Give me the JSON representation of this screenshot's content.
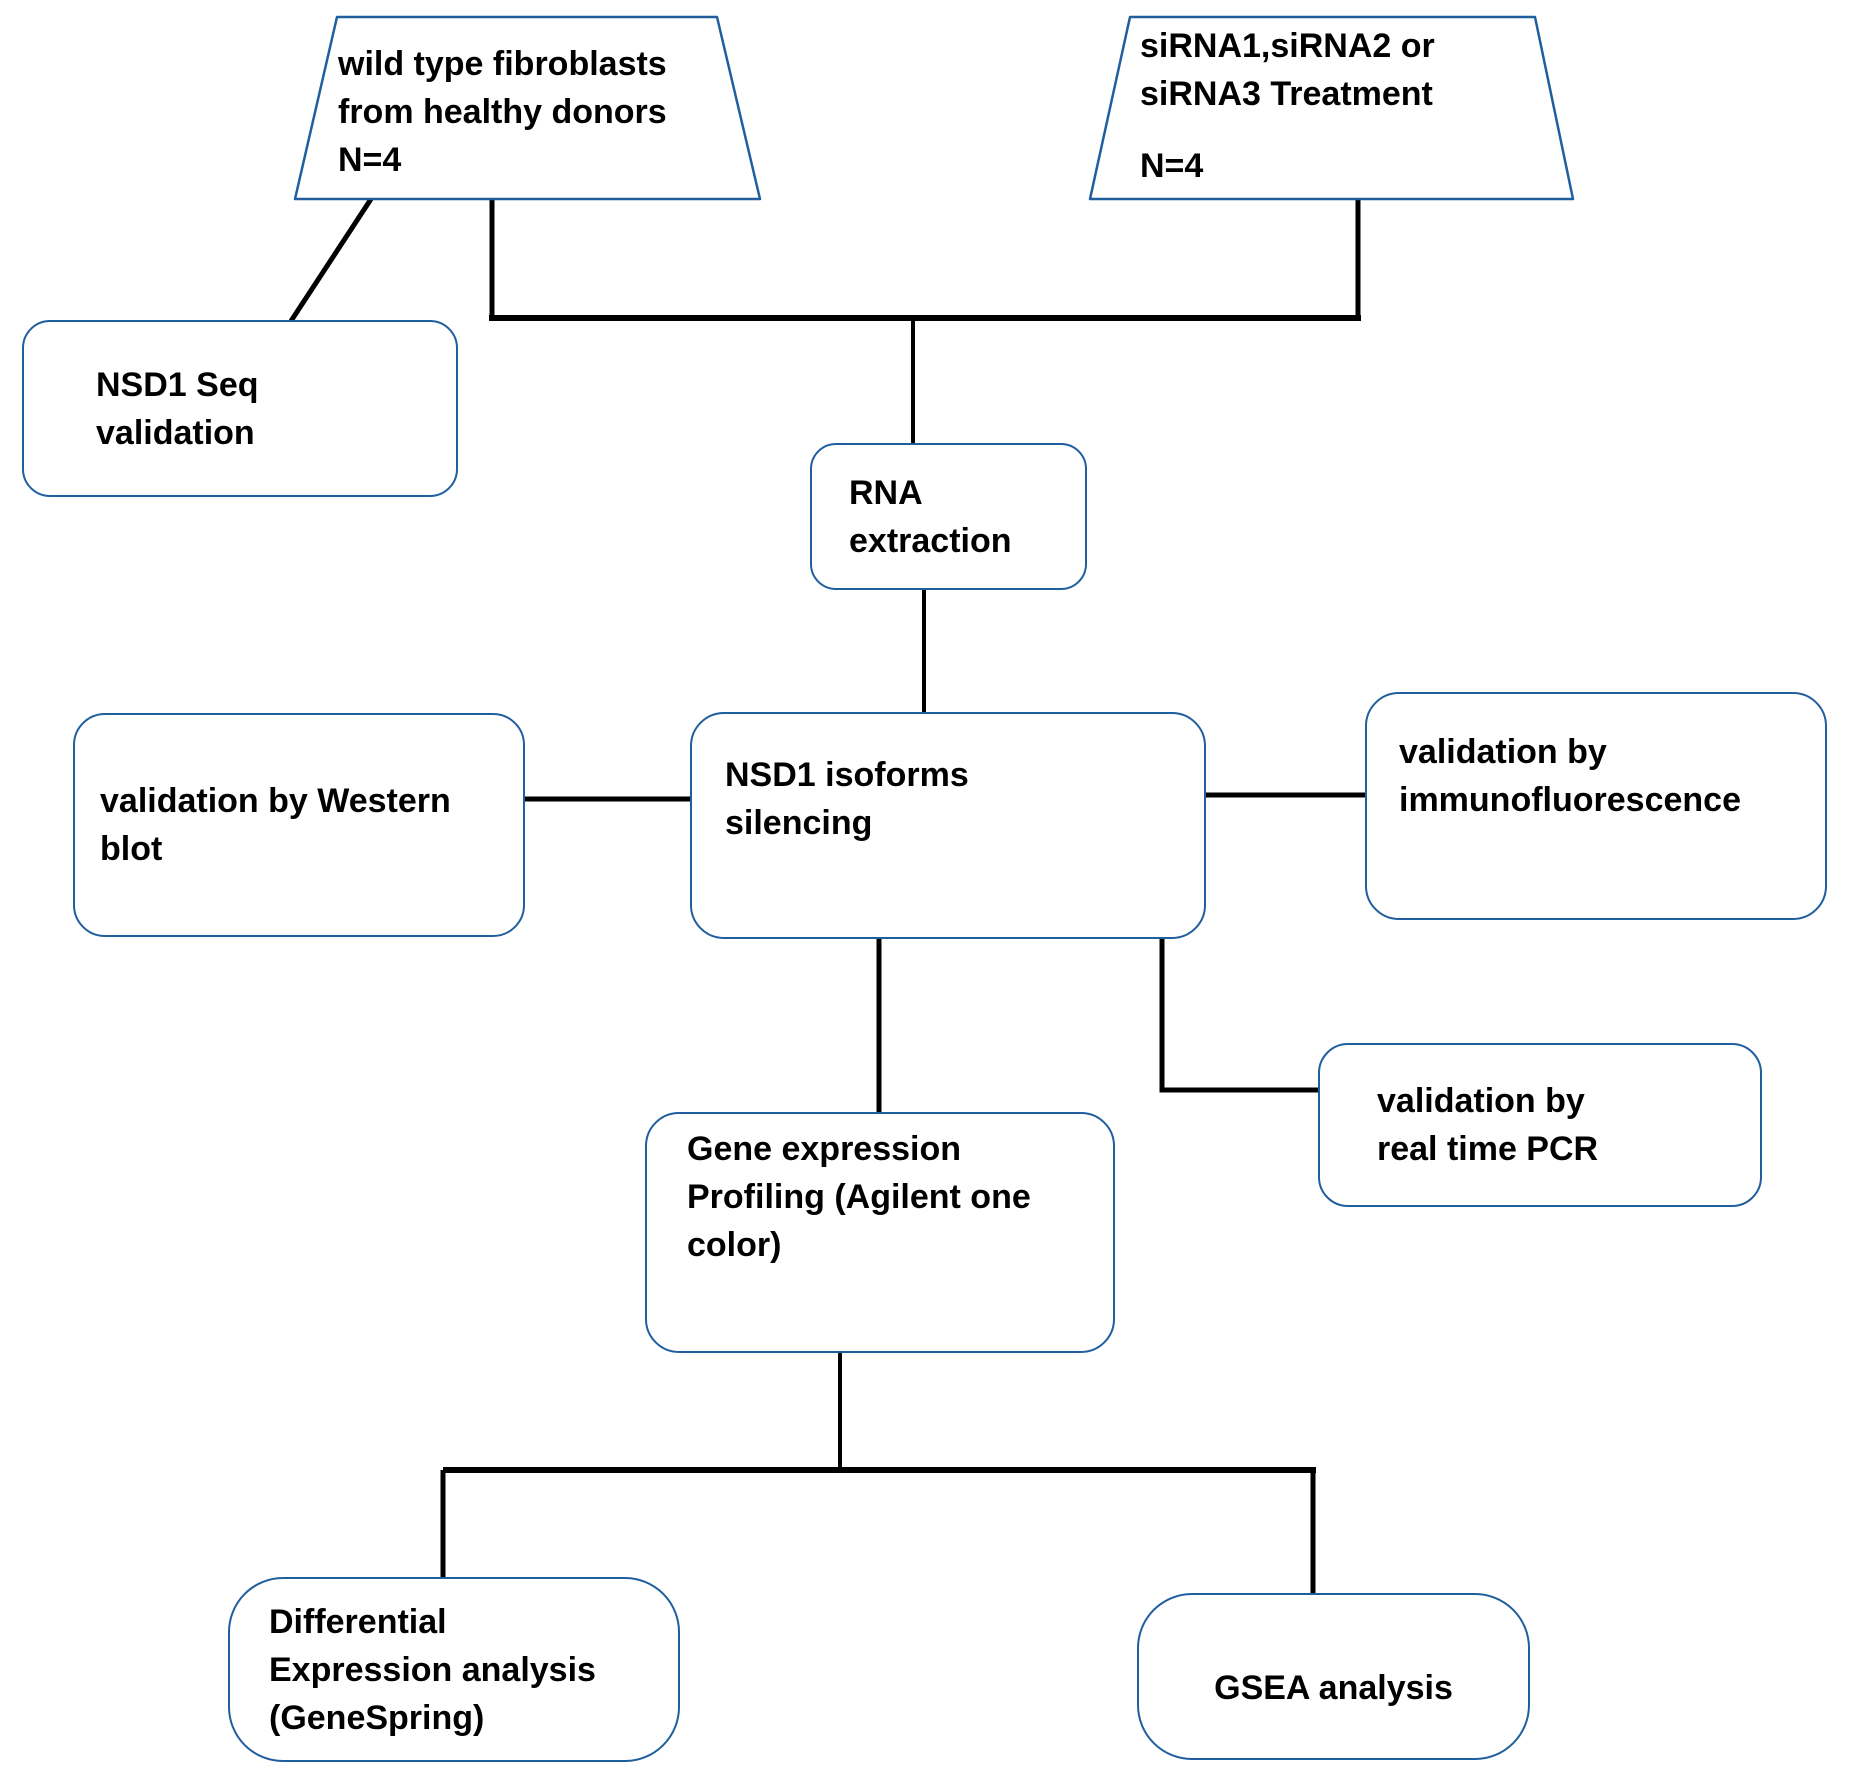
{
  "diagram": {
    "colors": {
      "node_border": "#205E9E",
      "connector": "#000000",
      "text": "#000000",
      "background": "#FFFFFF"
    },
    "nodes": {
      "wild_type_fibroblasts": {
        "shape": "trapezoid",
        "label": "wild type fibroblasts\nfrom healthy donors",
        "n": "N=4"
      },
      "sirna_treatment": {
        "shape": "trapezoid",
        "label": "siRNA1,siRNA2 or\nsiRNA3 Treatment",
        "n": "N=4"
      },
      "nsd1_seq_validation": {
        "shape": "rounded-rect",
        "label": "NSD1 Seq\nvalidation"
      },
      "rna_extraction": {
        "shape": "rounded-rect",
        "label": "RNA\nextraction"
      },
      "validation_western_blot": {
        "shape": "rounded-rect",
        "label": "validation by Western\nblot"
      },
      "nsd1_isoforms_silencing": {
        "shape": "rounded-rect",
        "label": "NSD1 isoforms\nsilencing"
      },
      "validation_immunofluorescence": {
        "shape": "rounded-rect",
        "label": "validation by\nimmunofluorescence"
      },
      "validation_real_time_pcr": {
        "shape": "rounded-rect",
        "label": "validation by\nreal time PCR"
      },
      "gene_expression_profiling": {
        "shape": "rounded-rect",
        "label": "Gene expression\nProfiling (Agilent one\ncolor)"
      },
      "differential_expression": {
        "shape": "rounded-rect",
        "label": "Differential\nExpression analysis\n(GeneSpring)"
      },
      "gsea_analysis": {
        "shape": "rounded-rect",
        "label": "GSEA analysis"
      }
    },
    "edges": [
      {
        "from": "wild_type_fibroblasts",
        "to": "nsd1_seq_validation"
      },
      {
        "from": "wild_type_fibroblasts",
        "to": "rna_extraction"
      },
      {
        "from": "sirna_treatment",
        "to": "rna_extraction"
      },
      {
        "from": "rna_extraction",
        "to": "nsd1_isoforms_silencing"
      },
      {
        "from": "nsd1_isoforms_silencing",
        "to": "validation_western_blot"
      },
      {
        "from": "nsd1_isoforms_silencing",
        "to": "validation_immunofluorescence"
      },
      {
        "from": "nsd1_isoforms_silencing",
        "to": "validation_real_time_pcr"
      },
      {
        "from": "nsd1_isoforms_silencing",
        "to": "gene_expression_profiling"
      },
      {
        "from": "gene_expression_profiling",
        "to": "differential_expression"
      },
      {
        "from": "gene_expression_profiling",
        "to": "gsea_analysis"
      }
    ]
  }
}
